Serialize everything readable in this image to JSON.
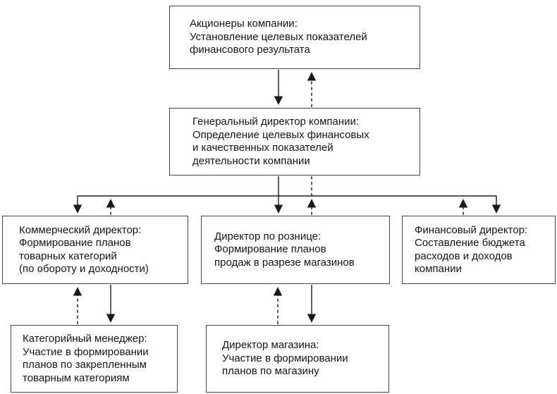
{
  "canvas": {
    "background_color": "#ffffff",
    "box_border_color": "#434343",
    "line_color": "#1a1a1a",
    "text_color": "#161616"
  },
  "diagram": {
    "type": "org-flowchart",
    "nodes": {
      "shareholders": {
        "text": "Акционеры компании:\nУстановление целевых показателей\nфинансового результата"
      },
      "general_director": {
        "text": "Генеральный директор компании:\nОпределение целевых финансовых\nи качественных показателей\nдеятельности компании"
      },
      "commercial_director": {
        "text": "Коммерческий директор:\nФормирование планов\nтоварных категорий\n(по обороту и доходности)"
      },
      "retail_director": {
        "text": "Директор по рознице:\nФормирование планов\nпродаж в разрезе магазинов"
      },
      "financial_director": {
        "text": "Финансовый директор:\nСоставление бюджета\nрасходов и доходов\nкомпании"
      },
      "category_manager": {
        "text": "Категорийный менеджер:\nУчастие в формировании\nпланов по закрепленным\nтоварным категориям"
      },
      "store_director": {
        "text": "Директор магазина:\nУчастие в формировании\nпланов по магазину"
      }
    },
    "edges": [
      {
        "from": "shareholders",
        "to": "general_director",
        "style": "solid",
        "direction": "down"
      },
      {
        "from": "general_director",
        "to": "shareholders",
        "style": "dashed",
        "direction": "up"
      },
      {
        "from": "general_director",
        "to": "commercial_director",
        "style": "solid",
        "direction": "down"
      },
      {
        "from": "commercial_director",
        "to": "general_director",
        "style": "dashed",
        "direction": "up"
      },
      {
        "from": "general_director",
        "to": "retail_director",
        "style": "solid",
        "direction": "down"
      },
      {
        "from": "retail_director",
        "to": "general_director",
        "style": "dashed",
        "direction": "up"
      },
      {
        "from": "general_director",
        "to": "financial_director",
        "style": "solid",
        "direction": "down"
      },
      {
        "from": "financial_director",
        "to": "general_director",
        "style": "dashed",
        "direction": "up"
      },
      {
        "from": "commercial_director",
        "to": "category_manager",
        "style": "solid",
        "direction": "down"
      },
      {
        "from": "category_manager",
        "to": "commercial_director",
        "style": "dashed",
        "direction": "up"
      },
      {
        "from": "retail_director",
        "to": "store_director",
        "style": "solid",
        "direction": "down"
      },
      {
        "from": "store_director",
        "to": "retail_director",
        "style": "dashed",
        "direction": "up"
      }
    ]
  }
}
